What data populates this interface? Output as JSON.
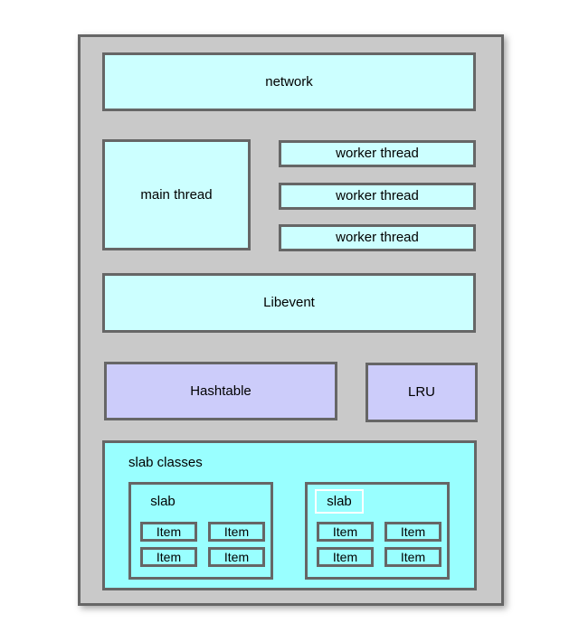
{
  "diagram": {
    "network": {
      "label": "network"
    },
    "main_thread": {
      "label": "main thread"
    },
    "worker_threads": [
      {
        "label": "worker thread"
      },
      {
        "label": "worker thread"
      },
      {
        "label": "worker thread"
      }
    ],
    "libevent": {
      "label": "Libevent"
    },
    "hashtable": {
      "label": "Hashtable"
    },
    "lru": {
      "label": "LRU"
    },
    "slab_section": {
      "label": "slab classes",
      "slabs": [
        {
          "label": "slab",
          "highlighted": false,
          "items": [
            "Item",
            "Item",
            "Item",
            "Item"
          ]
        },
        {
          "label": "slab",
          "highlighted": true,
          "items": [
            "Item",
            "Item",
            "Item",
            "Item"
          ]
        }
      ]
    }
  },
  "colors": {
    "page_background": "#ffffff",
    "container_fill": "#c9c9c9",
    "border": "#666666",
    "box_cyan_light": "#ccffff",
    "box_cyan_bright": "#99ffff",
    "box_purple": "#ccccfa",
    "highlight_border": "#ffffff",
    "text": "#000000"
  }
}
